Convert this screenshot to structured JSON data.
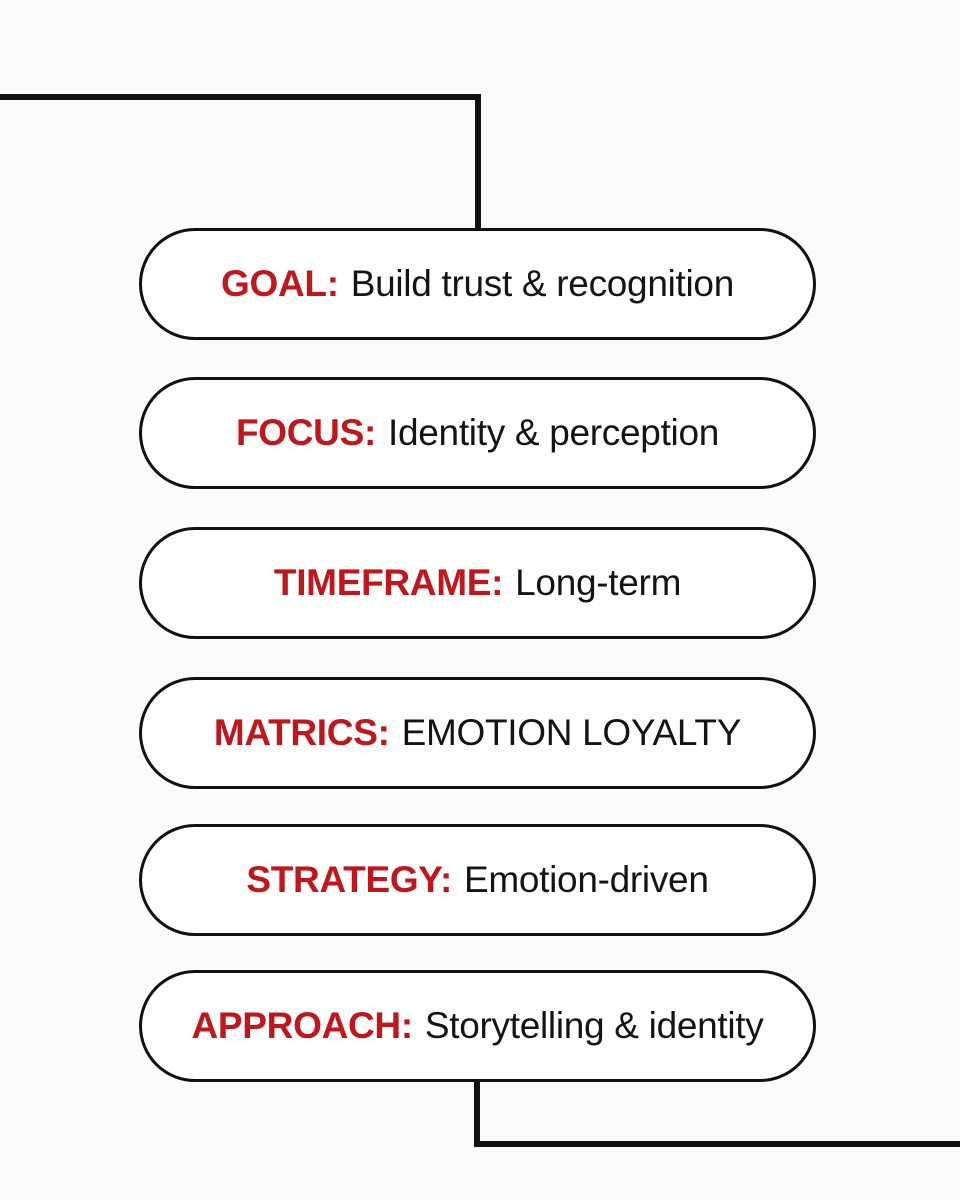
{
  "colors": {
    "accent": "#c0161c",
    "text": "#141414",
    "line": "#111111",
    "background": "#fbfbfb"
  },
  "items": [
    {
      "key": "GOAL:",
      "value": "Build trust & recognition"
    },
    {
      "key": "FOCUS:",
      "value": "Identity & perception"
    },
    {
      "key": "TIMEFRAME:",
      "value": "Long-term"
    },
    {
      "key": "MATRICS:",
      "value": "EMOTION LOYALTY"
    },
    {
      "key": "STRATEGY:",
      "value": "Emotion-driven"
    },
    {
      "key": "APPROACH:",
      "value": "Storytelling & identity"
    }
  ]
}
